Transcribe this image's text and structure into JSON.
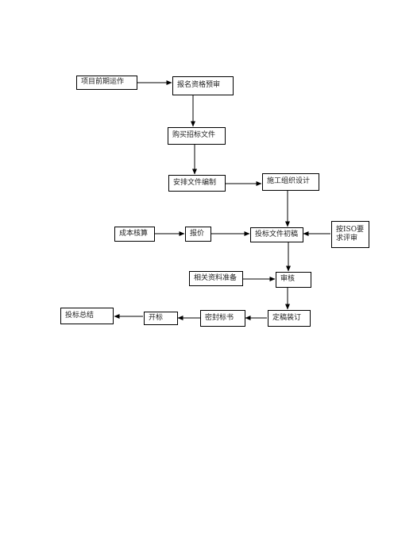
{
  "flowchart": {
    "nodes": {
      "project_preparation": "项目前期运作",
      "registration_prequal": "报名资格预审",
      "buy_tender_docs": "购买招标文件",
      "arrange_doc_prep": "安排文件编制",
      "construction_design": "施工组织设计",
      "cost_accounting": "成本核算",
      "quotation": "报价",
      "bid_draft": "投标文件初稿",
      "iso_review": "按ISO要\n求评审",
      "related_materials": "相关资料准备",
      "review": "审核",
      "finalize_binding": "定稿装订",
      "seal_bid": "密封标书",
      "bid_opening": "开标",
      "bid_summary": "投标总结"
    },
    "edges": [
      [
        "project_preparation",
        "registration_prequal"
      ],
      [
        "registration_prequal",
        "buy_tender_docs"
      ],
      [
        "buy_tender_docs",
        "arrange_doc_prep"
      ],
      [
        "arrange_doc_prep",
        "construction_design"
      ],
      [
        "construction_design",
        "bid_draft"
      ],
      [
        "cost_accounting",
        "quotation"
      ],
      [
        "quotation",
        "bid_draft"
      ],
      [
        "iso_review",
        "bid_draft"
      ],
      [
        "bid_draft",
        "review"
      ],
      [
        "related_materials",
        "review"
      ],
      [
        "review",
        "finalize_binding"
      ],
      [
        "finalize_binding",
        "seal_bid"
      ],
      [
        "seal_bid",
        "bid_opening"
      ],
      [
        "bid_opening",
        "bid_summary"
      ]
    ]
  }
}
